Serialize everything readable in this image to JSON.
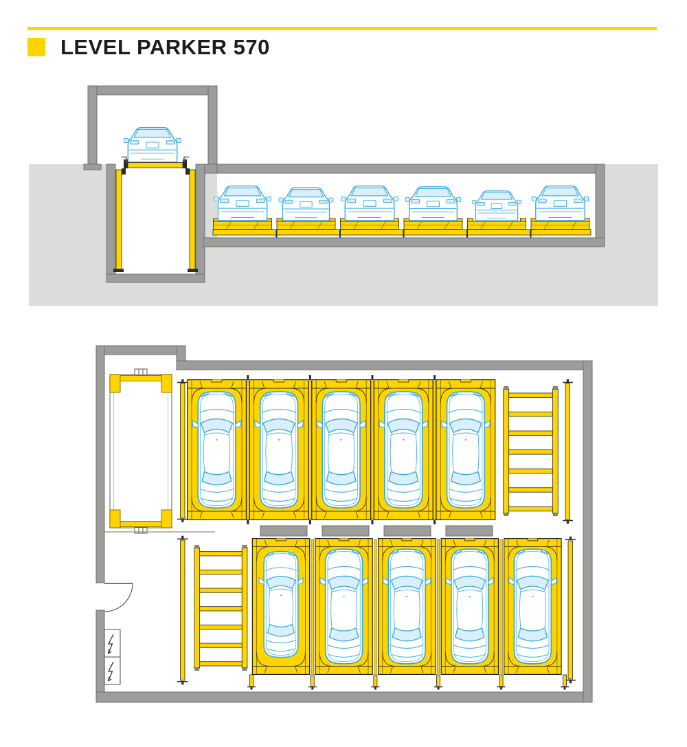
{
  "header": {
    "title": "LEVEL PARKER 570"
  },
  "colors": {
    "accent": "#FFD500",
    "accent-dark": "#8a7500",
    "wall": "#9D9D9C",
    "wall-line": "#706F6E",
    "ground": "#DCDCDC",
    "car-blue": "#35A8E0",
    "car-glass": "#D9EFFB",
    "ink": "#1D1D1B"
  },
  "section_view": {
    "ground_level": {
      "cars_on_lift": 1,
      "lift_car_variant": "suv"
    },
    "underground_car_count": 6,
    "corridor_spots": [
      {
        "spot": 1,
        "status": "occupied",
        "car": "suv"
      },
      {
        "spot": 2,
        "status": "occupied",
        "car": "wagon"
      },
      {
        "spot": 3,
        "status": "occupied",
        "car": "suv"
      },
      {
        "spot": 4,
        "status": "occupied",
        "car": "sedan"
      },
      {
        "spot": 5,
        "status": "occupied",
        "car": "sports"
      },
      {
        "spot": 6,
        "status": "occupied",
        "car": "suv"
      }
    ]
  },
  "floor_plan": {
    "elevator_platform": {
      "status": "empty"
    },
    "top_row": {
      "spots": [
        {
          "type": "car",
          "status": "occupied",
          "car": "suv"
        },
        {
          "type": "car",
          "status": "occupied",
          "car": "wagon"
        },
        {
          "type": "car",
          "status": "occupied",
          "car": "sedan"
        },
        {
          "type": "car",
          "status": "occupied",
          "car": "suv"
        },
        {
          "type": "car",
          "status": "occupied",
          "car": "suv"
        },
        {
          "type": "shuttle-frame",
          "status": "empty"
        }
      ]
    },
    "bottom_row": {
      "spots": [
        {
          "type": "shuttle-frame",
          "status": "empty"
        },
        {
          "type": "car",
          "status": "occupied",
          "car": "sports"
        },
        {
          "type": "car",
          "status": "occupied",
          "car": "sedan"
        },
        {
          "type": "car",
          "status": "occupied",
          "car": "sedan"
        },
        {
          "type": "car",
          "status": "occupied",
          "car": "sedan"
        },
        {
          "type": "car",
          "status": "occupied",
          "car": "suv"
        }
      ]
    },
    "separator_blocks": 4,
    "electrical_cabinets": 2,
    "swing_door": true,
    "total_car_spots_shown": 10
  }
}
